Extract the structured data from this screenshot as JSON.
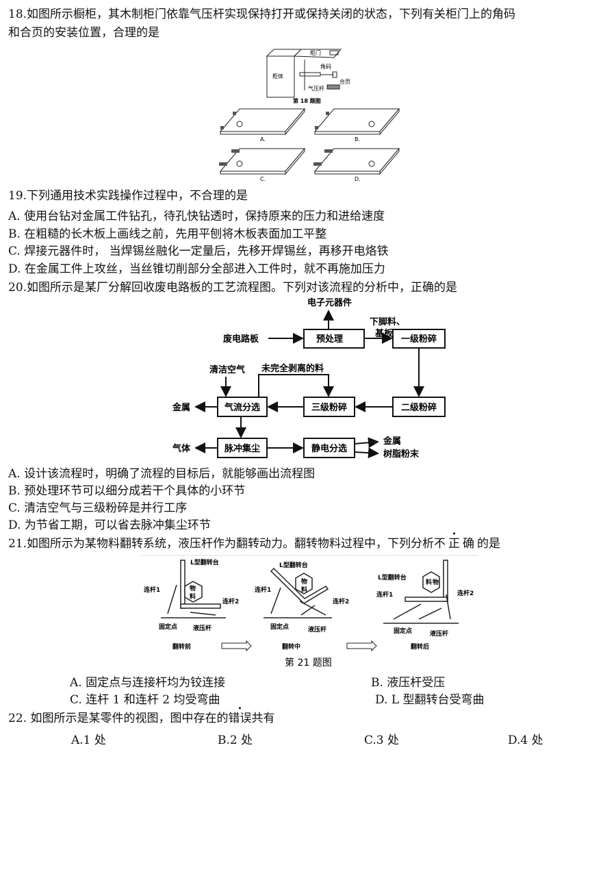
{
  "q18": {
    "line1": "18.如图所示橱柜，其木制柜门依靠气压杆实现保持打开或保持关闭的状态，下列有关柜门上的角码",
    "line2": "和合页的安装位置，合理的是",
    "figure": {
      "caption": "第 18 题图",
      "labels": {
        "door": "柜门",
        "body": "柜体",
        "corner": "角码",
        "rod": "气压杆",
        "hinge": "合页"
      },
      "choices": [
        "A.",
        "B.",
        "C.",
        "D."
      ]
    }
  },
  "q19": {
    "stem": "19.下列通用技术实践操作过程中，不合理的是",
    "options": [
      "A.  使用台钻对金属工件钻孔，待孔快钻透时，保持原来的压力和进给速度",
      "B.  在粗糙的长木板上画线之前，先用平刨将木板表面加工平整",
      "C.  焊接元器件时，  当焊锡丝融化一定量后，先移开焊锡丝，再移开电烙铁",
      "D.  在金属工件上攻丝，当丝锥切削部分全部进入工件时，就不再施加压力"
    ]
  },
  "q20": {
    "stem": "20.如图所示是某厂分解回收废电路板的工艺流程图。下列对该流程的分析中，正确的是",
    "flow": {
      "components": "电子元器件",
      "waste": "废电路板",
      "pre": "预处理",
      "scrap1": "下脚料、",
      "scrap2": "基板",
      "c1": "一级粉碎",
      "c2": "二级粉碎",
      "c3": "三级粉碎",
      "air": "清洁空气",
      "incomplete": "未完全剥离的料",
      "sep": "气流分选",
      "metal": "金属",
      "dust": "脉冲集尘",
      "gas": "气体",
      "electro": "静电分选",
      "metal2": "金属",
      "resin": "树脂粉末"
    },
    "options": [
      "A.  设计该流程时，明确了流程的目标后，就能够画出流程图",
      "B.  预处理环节可以细分成若干个具体的小环节",
      "C.  清洁空气与三级粉碎是并行工序",
      "D.  为节省工期，可以省去脉冲集尘环节"
    ]
  },
  "q21": {
    "stem_pre": "21.如图所示为某物料翻转系统，液压杆作为翻转动力。翻转物料过程中，下列分析",
    "stem_emph": "不正确",
    "stem_post": "的是",
    "figure": {
      "caption": "第 21 题图",
      "table": "L型翻转台",
      "link1": "连杆1",
      "link2": "连杆2",
      "fixed": "固定点",
      "hyd": "液压杆",
      "material1": "物",
      "material2": "料",
      "before": "翻转前",
      "during": "翻转中",
      "after": "翻转后"
    },
    "options": [
      "A.  固定点与连接杆均为铰连接",
      "B.  液压杆受压",
      "C.  连杆 1 和连杆 2  均受弯曲",
      "D.  L 型翻转台受弯曲"
    ]
  },
  "q22": {
    "stem_pre": "22.  如图所示是某零件的视图，图中存在的",
    "stem_emph": "错误",
    "stem_post": "共有",
    "options": [
      "A.1 处",
      "B.2 处",
      "C.3  处",
      "D.4  处"
    ]
  }
}
